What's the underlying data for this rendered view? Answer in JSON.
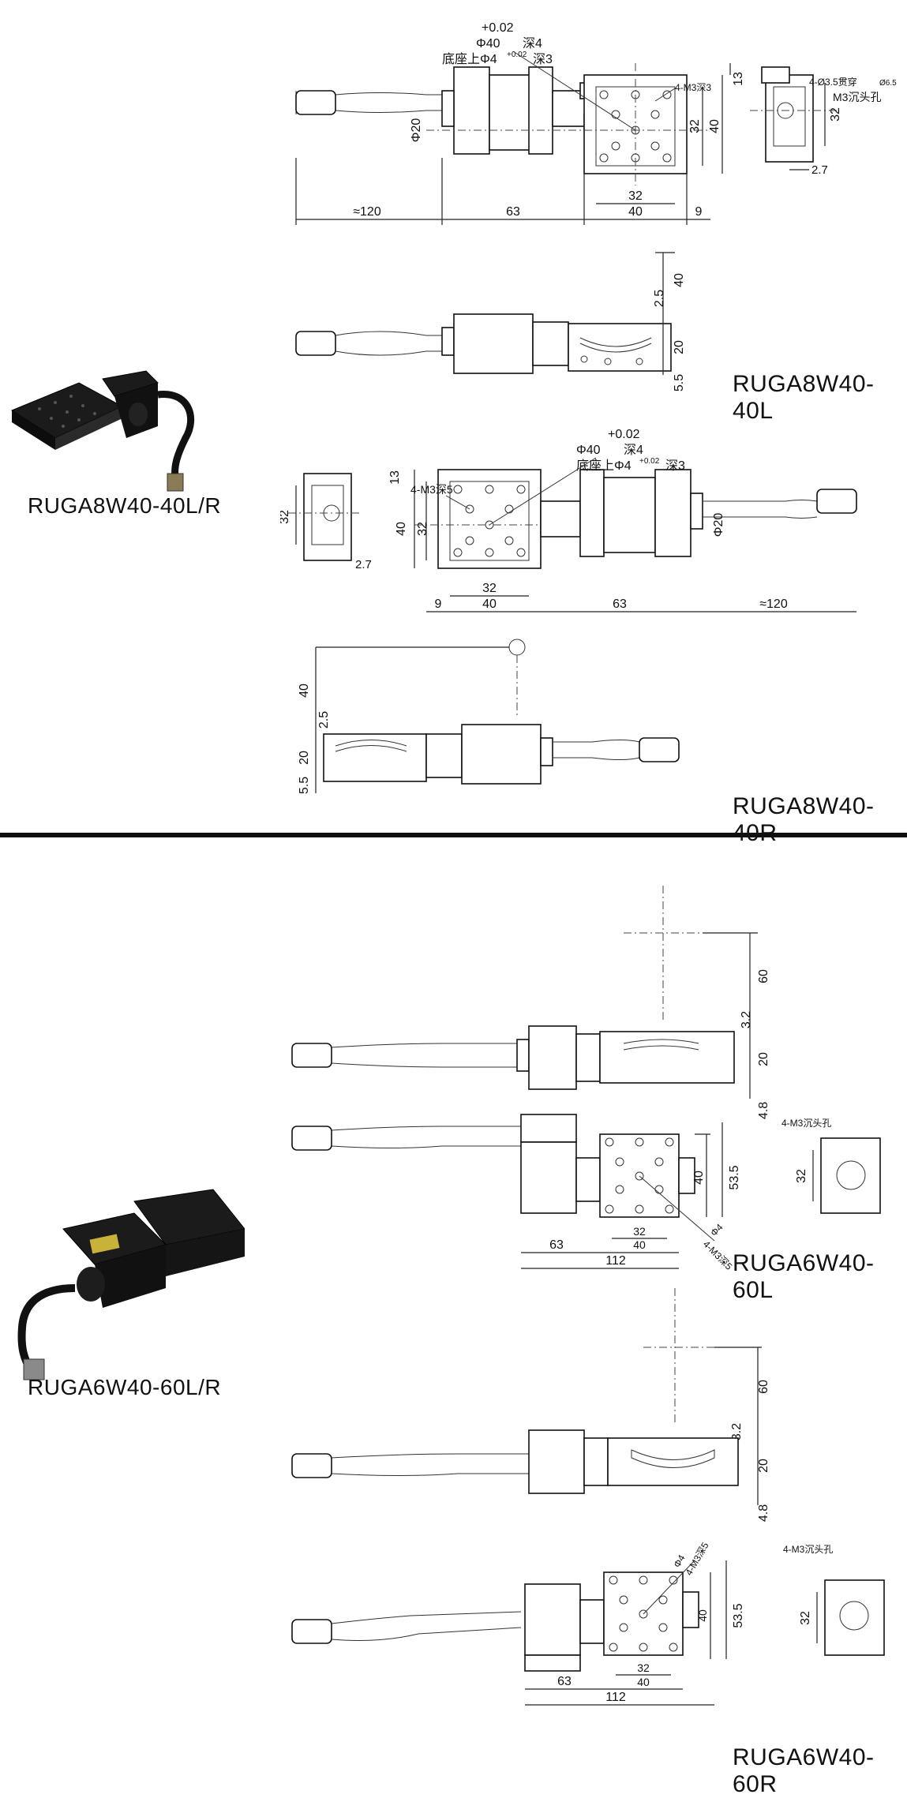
{
  "panel1": {
    "photo_label": "RUGA8W40-40L/R",
    "title_l": "RUGA8W40-40L",
    "title_r": "RUGA8W40-40R",
    "top_tol": "+0.02",
    "phi40": "Φ40",
    "deep4": "深4",
    "base_label": "底座上Φ4",
    "base_sup": "+0.02",
    "deep3": "深3",
    "m3_deep3": "4-M3深3",
    "m3_deep5": "4-M3深5",
    "through_hole": "4-Ø3.5贯穿",
    "phi65": "Ø6.5",
    "counter_sink": "M3沉头孔",
    "d13": "13",
    "d32": "32",
    "d40": "40",
    "d20": "Φ20",
    "d63": "63",
    "d9": "9",
    "d120": "≈120",
    "d27": "2.7",
    "d25": "2.5",
    "d20h": "20",
    "d55": "5.5"
  },
  "panel2": {
    "photo_label": "RUGA6W40-60L/R",
    "title_l": "RUGA6W40-60L",
    "title_r": "RUGA6W40-60R",
    "d60": "60",
    "d32": "3.2",
    "d20": "20",
    "d48": "4.8",
    "m3_sink": "4-M3沉头孔",
    "w32": "32",
    "w40": "40",
    "h535": "53.5",
    "phi4": "Φ4",
    "m3_deep5": "4-M3深5",
    "d63": "63",
    "d112": "112"
  }
}
